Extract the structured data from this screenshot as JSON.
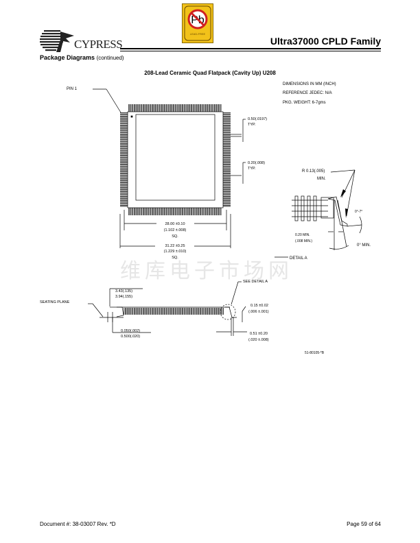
{
  "header": {
    "brand": "CYPRESS",
    "badge_text": "LEAD-FREE",
    "badge_symbol": "Pb",
    "doc_title": "Ultra37000 CPLD Family"
  },
  "section": {
    "title": "Package Diagrams",
    "suffix": "(continued)"
  },
  "figure": {
    "title": "208-Lead Ceramic Quad Flatpack (Cavity Up) U208",
    "notes": [
      "DIMENSIONS IN MM (INCH)",
      "REFERENCE JEDEC: N/A",
      "PKG. WEIGHT: 6-7gms"
    ],
    "pin1": "PIN 1",
    "pitch": [
      "0.50(.0197)",
      "TYP."
    ],
    "lead_width": [
      "0.20(.008)",
      "TYP."
    ],
    "body_dim": [
      "28.00 ±0.10",
      "(1.102 ±.008)",
      "SQ."
    ],
    "overall_dim": [
      "31.22 ±0.25",
      "(1.229 ±.010)",
      "SQ."
    ],
    "detail": {
      "radius": [
        "R 0.13(.005)",
        "MIN."
      ],
      "angle": "0°-7°",
      "min_len": [
        "0.20 MIN.",
        "(.008 MIN.)"
      ],
      "min_angle": "0° MIN.",
      "label": "DETAIL A"
    },
    "side": {
      "see_detail": "SEE DETAIL A",
      "seating_plane": "SEATING PLANE",
      "height": [
        "3.43(.135)",
        "3.94(.155)"
      ],
      "standoff": [
        "0.050(.002)",
        "0.500(.020)"
      ],
      "thickness": [
        "0.15 ±0.02",
        "(.006 ±.001)"
      ],
      "foot": [
        "0.51 ±0.20",
        "(.020 ±.008)"
      ]
    },
    "drawing_number": "51-80105-*B"
  },
  "watermark": "维库电子市场网",
  "footer": {
    "document": "Document #: 38-03007  Rev. *D",
    "page": "Page 59 of 64"
  }
}
